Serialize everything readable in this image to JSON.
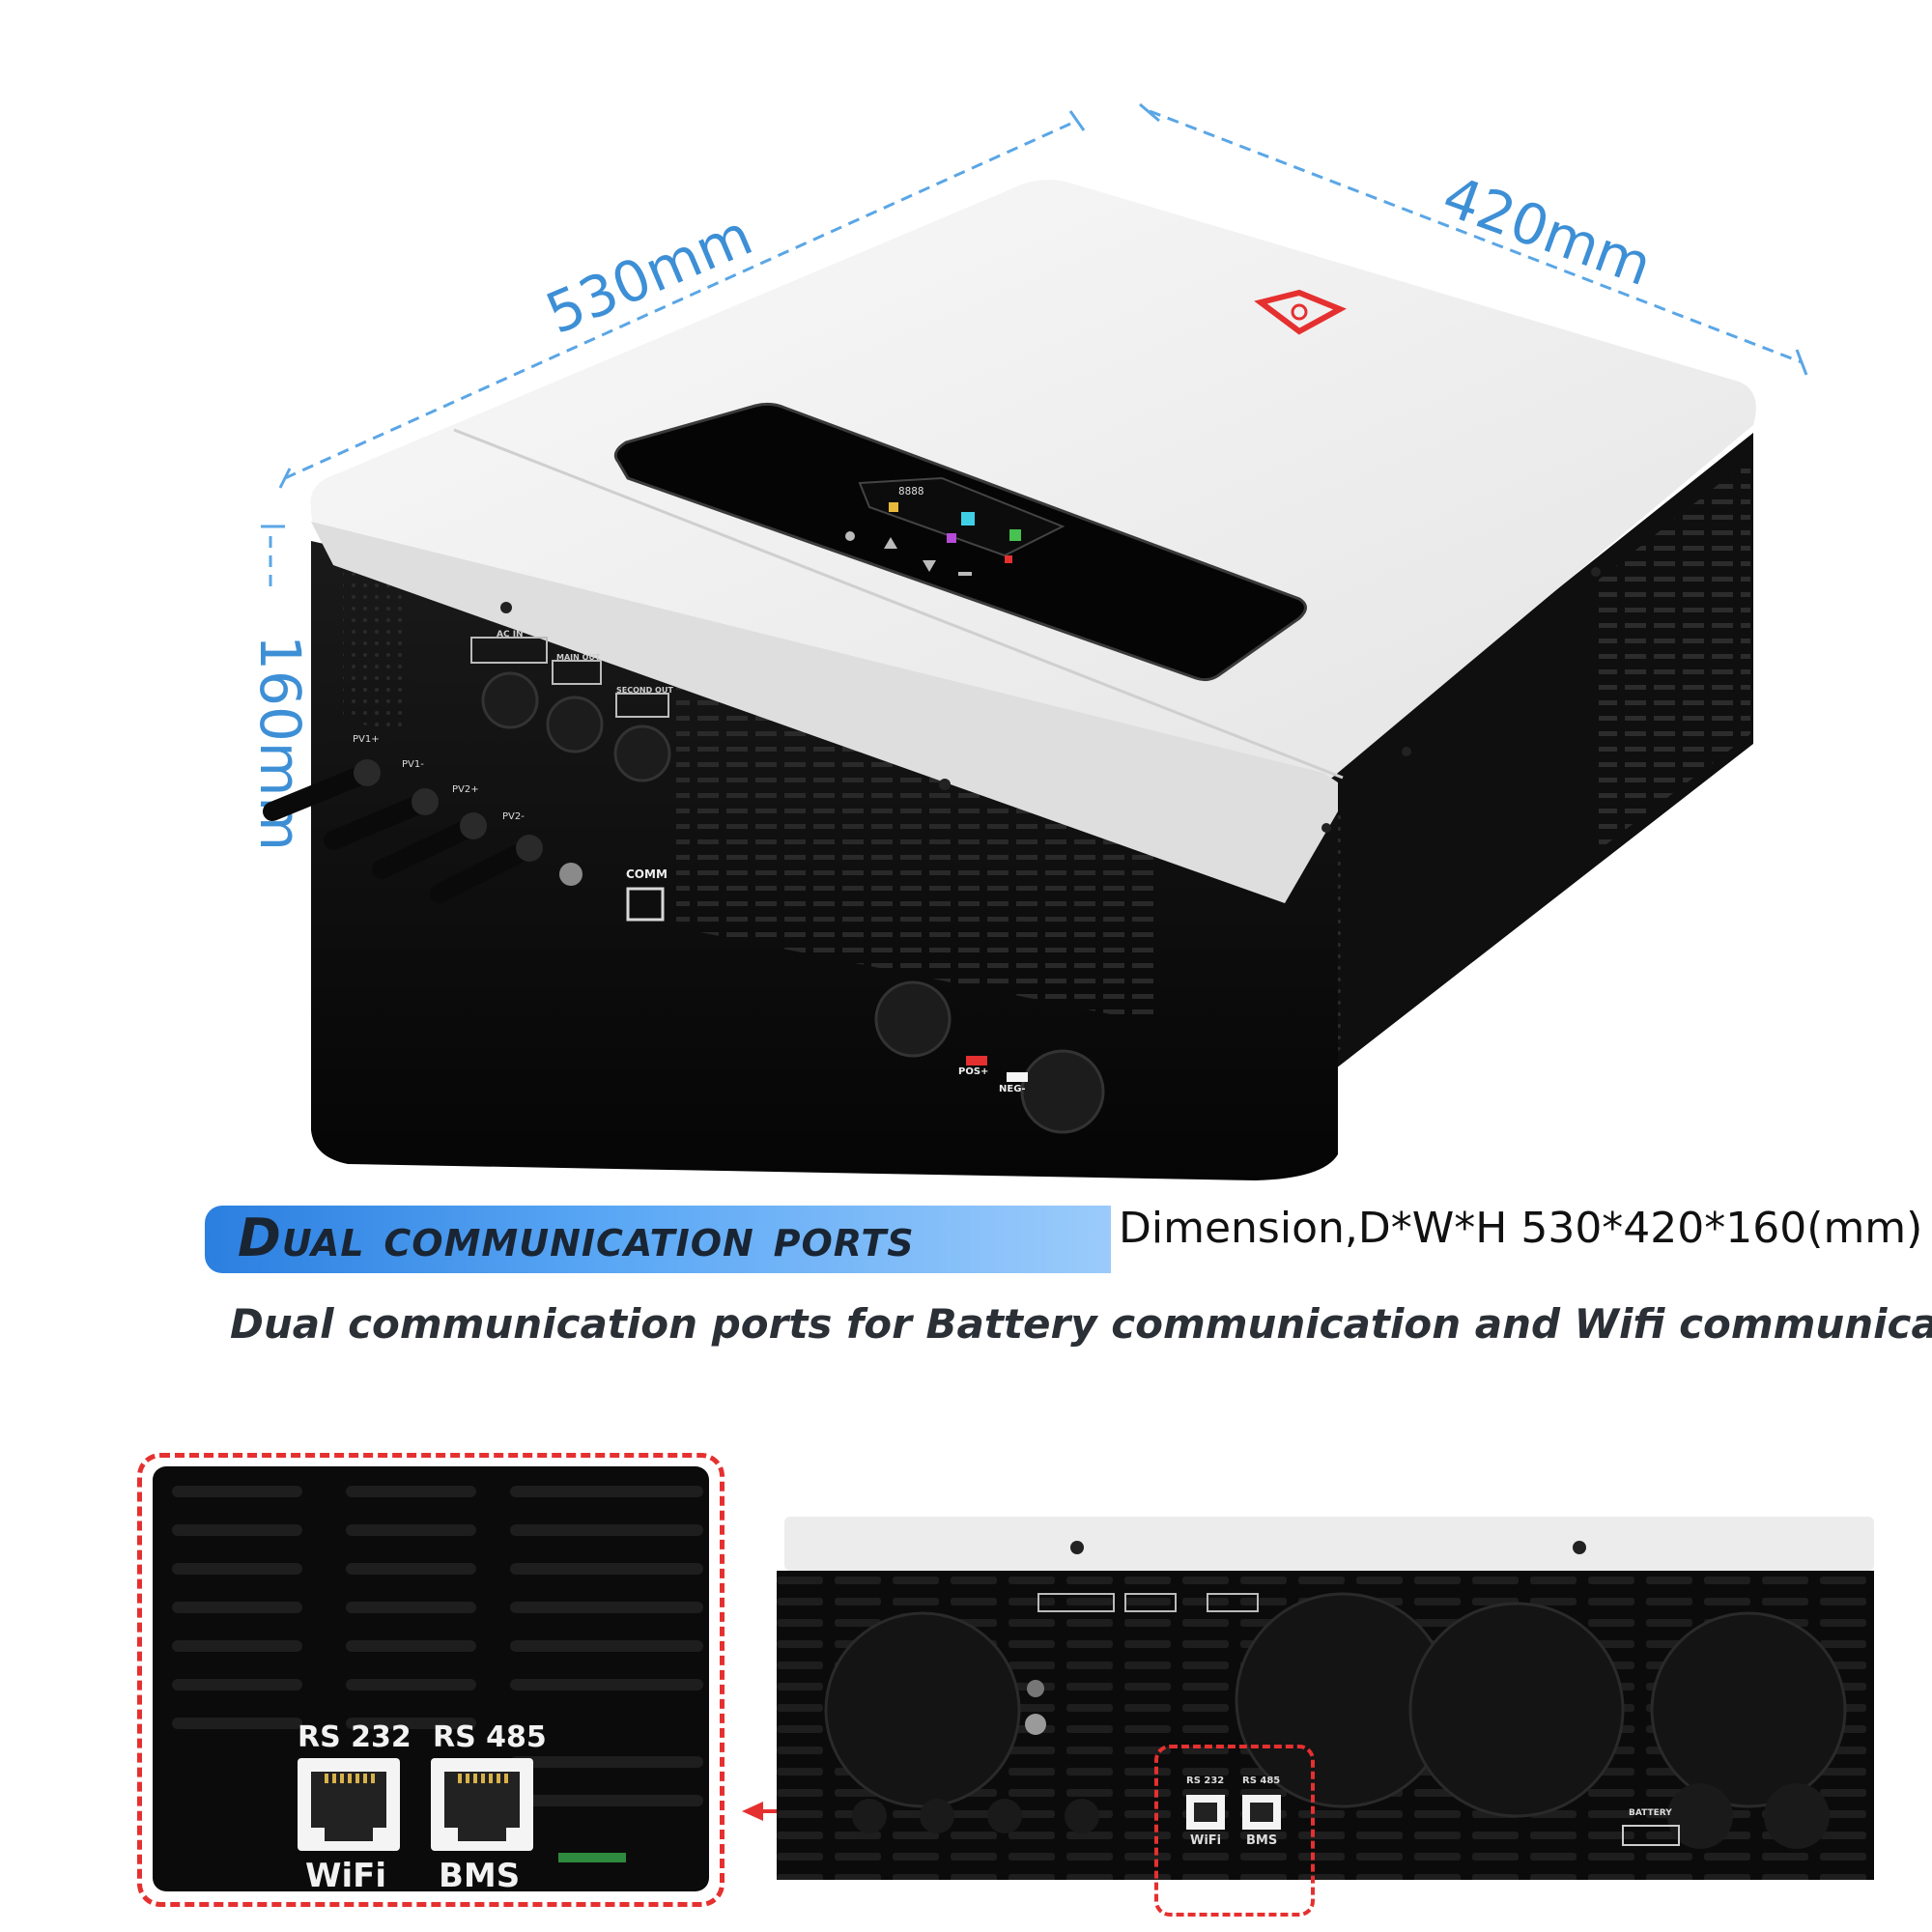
{
  "dimensions": {
    "depth_label": "530mm",
    "width_label": "420mm",
    "height_label": "160mm"
  },
  "device_panel": {
    "ac_in": "AC IN",
    "main_out": "MAIN OUT",
    "second_out": "SECOND OUT",
    "pv_labels": [
      "PV1+",
      "PV1-",
      "PV2+",
      "PV2-"
    ],
    "comm": "COMM",
    "pos": "POS+",
    "neg": "NEG-",
    "lcd_digits": "8888"
  },
  "heading": {
    "title": "Dual communication ports",
    "dimension": "Dimension,D*W*H 530*420*160(mm)",
    "subtitle": "Dual communication ports for Battery communication and Wifi communication"
  },
  "ports": {
    "rs232": "RS 232",
    "rs485": "RS 485",
    "wifi": "WiFi",
    "bms": "BMS"
  },
  "back_view": {
    "battery": "BATTERY"
  },
  "colors": {
    "accent_blue": "#3d8fd6",
    "callout_red": "#e53030",
    "body_black": "#0b0b0b",
    "cover_white": "#f2f2f2"
  }
}
